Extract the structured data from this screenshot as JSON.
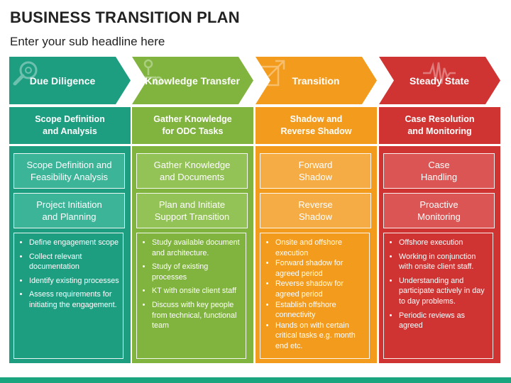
{
  "title": "BUSINESS TRANSITION PLAN",
  "subtitle": "Enter your sub headline here",
  "colors": {
    "teal": "#1e9e81",
    "green": "#80b43e",
    "orange": "#f39b1c",
    "red": "#cf3433",
    "bottom_bar": "#1aa57f"
  },
  "phases": [
    {
      "name": "Due Diligence",
      "icon": "magnifier-gear-icon",
      "header": "Scope Definition\nand Analysis",
      "box1": "Scope Definition and\nFeasibility Analysis",
      "box2": "Project Initiation\nand Planning",
      "bullets": [
        "Define engagement scope",
        "Collect relevant documentation",
        "Identify existing processes",
        "Assess requirements for initiating the engagement."
      ]
    },
    {
      "name": "Knowledge Transfer",
      "icon": "people-network-icon",
      "header": "Gather Knowledge\nfor ODC Tasks",
      "box1": "Gather Knowledge\nand Documents",
      "box2": "Plan and Initiate\nSupport Transition",
      "bullets": [
        "Study available document and architecture.",
        "Study of existing processes",
        "KT with onsite client staff",
        "Discuss with key people from technical, functional team"
      ]
    },
    {
      "name": "Transition",
      "icon": "arrow-box-icon",
      "header": "Shadow and\nReverse Shadow",
      "box1": "Forward\nShadow",
      "box2": "Reverse\nShadow",
      "bullets": [
        "Onsite and offshore execution",
        "Forward shadow for agreed period",
        "Reverse shadow for agreed period",
        "Establish offshore connectivity",
        "Hands on with certain critical tasks e.g. month end etc."
      ]
    },
    {
      "name": "Steady State",
      "icon": "heartbeat-line-icon",
      "header": "Case Resolution\nand Monitoring",
      "box1": "Case\nHandling",
      "box2": "Proactive\nMonitoring",
      "bullets": [
        "Offshore execution",
        "Working in conjunction with onsite client staff.",
        "Understanding and participate actively in day to day problems.",
        "Periodic reviews as agreed"
      ]
    }
  ]
}
